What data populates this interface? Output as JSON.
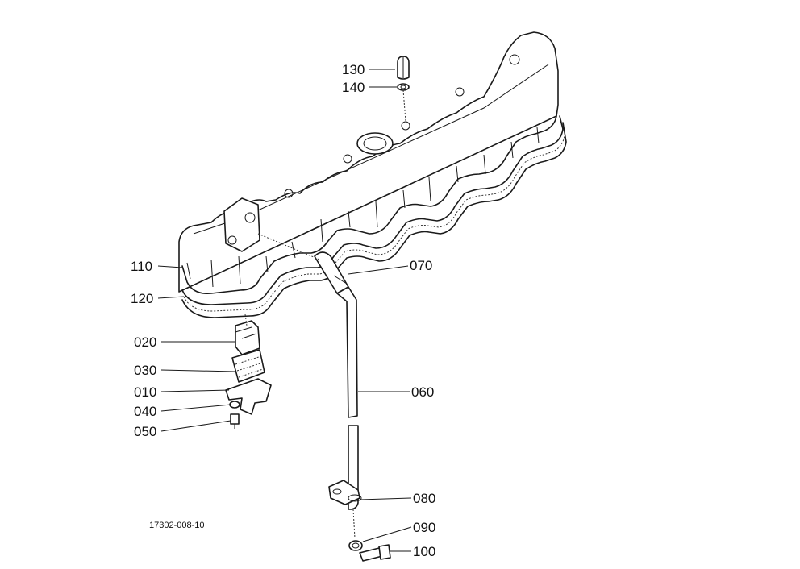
{
  "drawing_ref": "17302-008-10",
  "callouts": [
    {
      "id": "130",
      "label": "130"
    },
    {
      "id": "140",
      "label": "140"
    },
    {
      "id": "110",
      "label": "110"
    },
    {
      "id": "120",
      "label": "120"
    },
    {
      "id": "070",
      "label": "070"
    },
    {
      "id": "020",
      "label": "020"
    },
    {
      "id": "030",
      "label": "030"
    },
    {
      "id": "010",
      "label": "010"
    },
    {
      "id": "040",
      "label": "040"
    },
    {
      "id": "050",
      "label": "050"
    },
    {
      "id": "060",
      "label": "060"
    },
    {
      "id": "080",
      "label": "080"
    },
    {
      "id": "090",
      "label": "090"
    },
    {
      "id": "100",
      "label": "100"
    }
  ]
}
